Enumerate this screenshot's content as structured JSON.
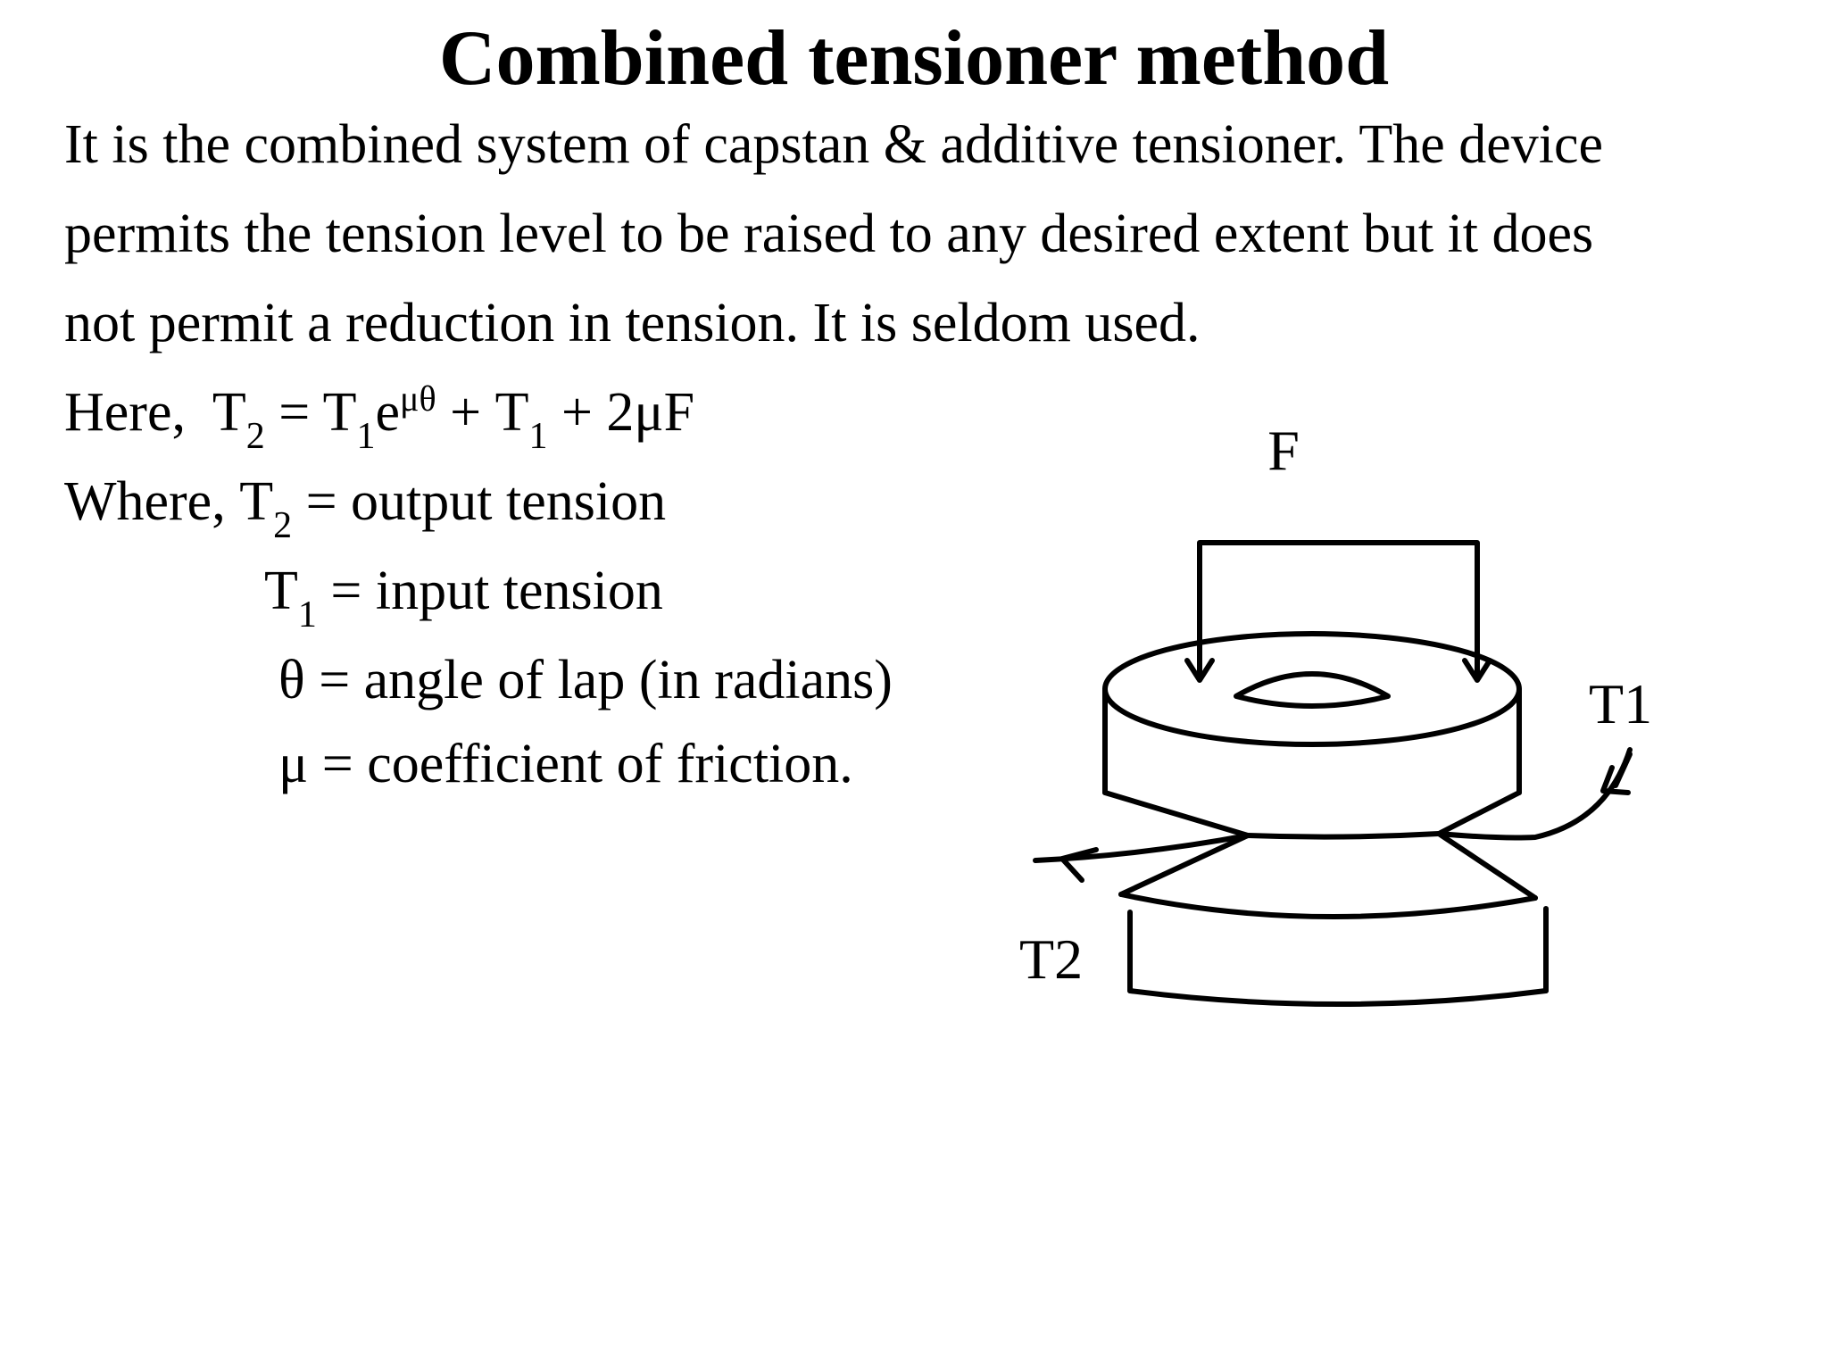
{
  "title": "Combined tensioner method",
  "paragraph": {
    "line1": "It is the combined system of capstan & additive tensioner. The device",
    "line2": "permits the tension level to be raised to any desired extent but it does",
    "line3": "not permit a reduction in tension. It is seldom used."
  },
  "formula": {
    "prefix": "Here,",
    "t": "T",
    "sub2": "2",
    "sub1": "1",
    "eq": " = ",
    "e": "e",
    "exp": "μθ",
    "plus1": " + ",
    "plus2": " + 2μF"
  },
  "definitions": {
    "where": "Where,",
    "t2_desc": " = output tension",
    "t1_desc": " = input tension",
    "theta_desc": "θ = angle of lap (in radians)",
    "mu_desc": "μ = coefficient of friction."
  },
  "diagram": {
    "label_f": "F",
    "label_t1": "T1",
    "label_t2": "T2"
  }
}
